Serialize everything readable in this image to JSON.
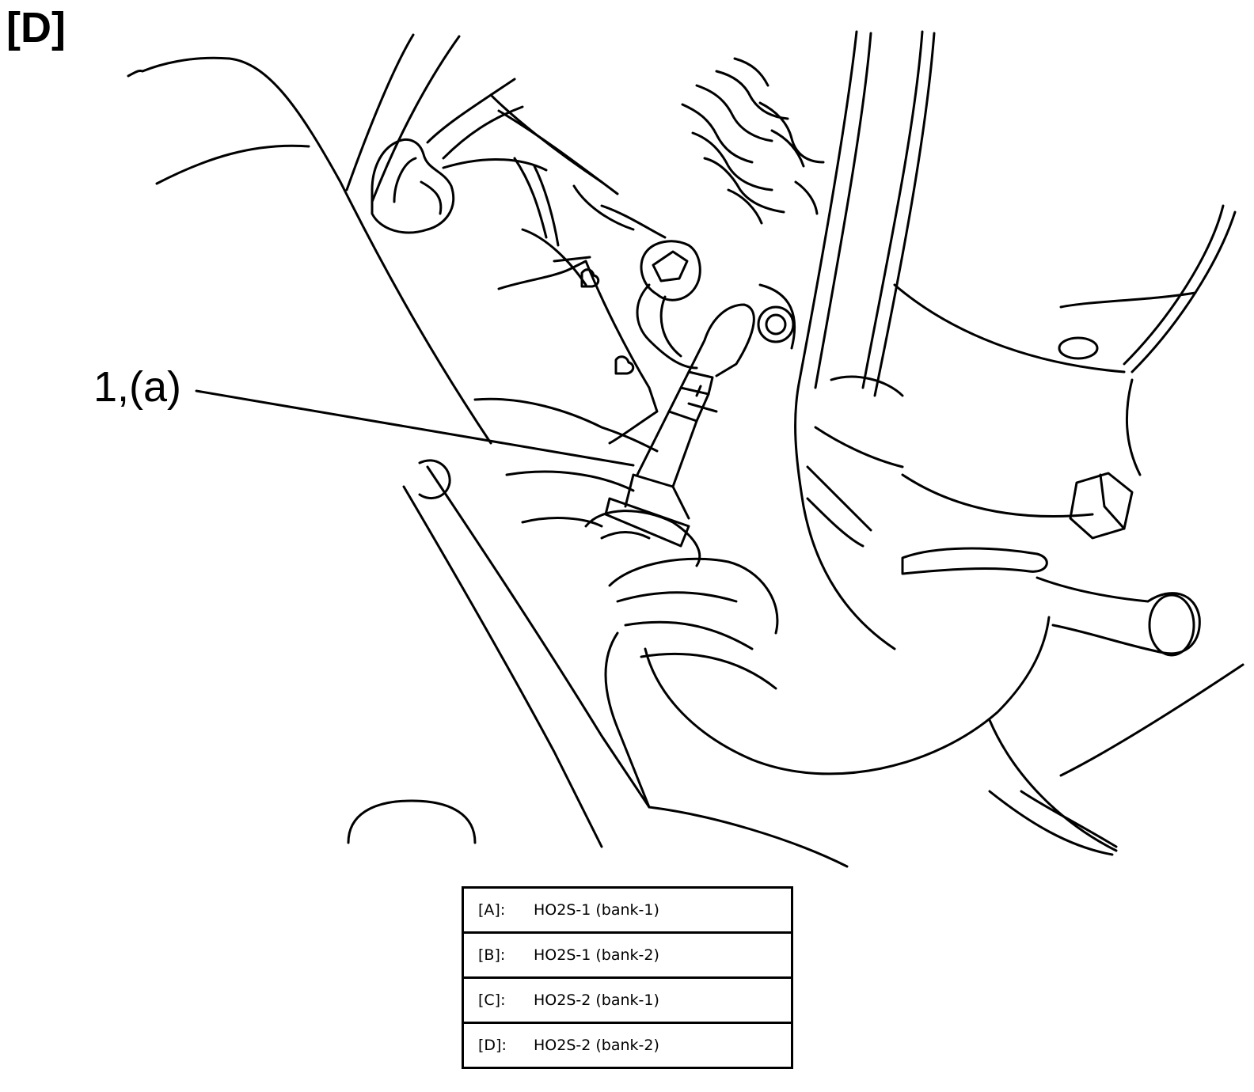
{
  "page_tag": "[D]",
  "callout": {
    "label": "1,(a)"
  },
  "legend": [
    {
      "key": "[A]:",
      "value": "HO2S-1 (bank-1)"
    },
    {
      "key": "[B]:",
      "value": "HO2S-1 (bank-2)"
    },
    {
      "key": "[C]:",
      "value": "HO2S-2 (bank-1)"
    },
    {
      "key": "[D]:",
      "value": "HO2S-2 (bank-2)"
    }
  ]
}
